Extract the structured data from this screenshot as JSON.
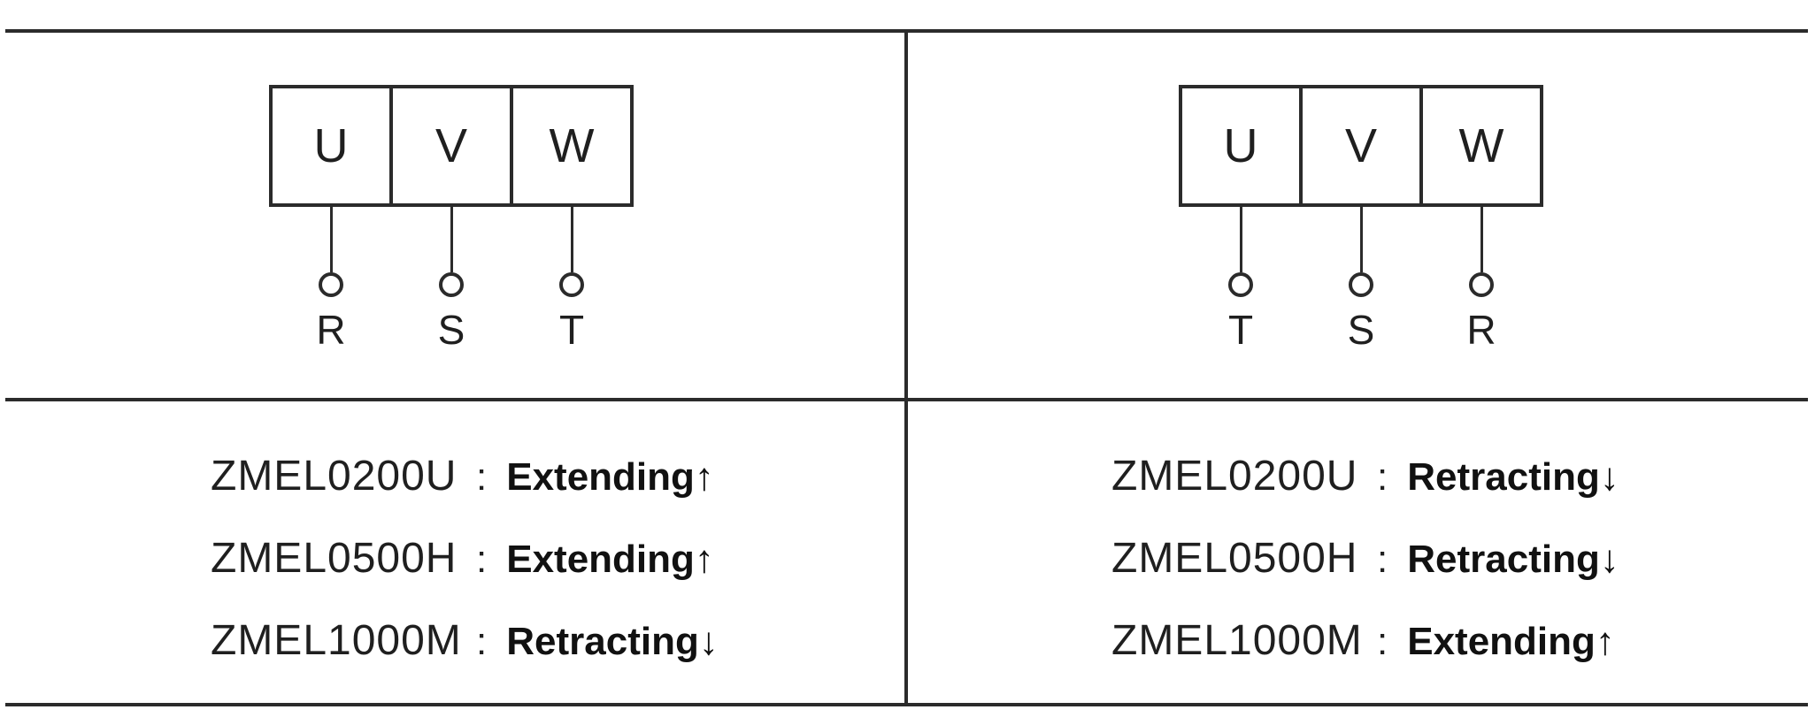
{
  "line_color": "#2b2b2b",
  "background_color": "#ffffff",
  "panels": [
    {
      "name": "left-wiring",
      "terminals": [
        "U",
        "V",
        "W"
      ],
      "phases": [
        "R",
        "S",
        "T"
      ],
      "rows": [
        {
          "model": "ZMEL0200U",
          "colon": ":",
          "action": "Extending↑"
        },
        {
          "model": "ZMEL0500H",
          "colon": ":",
          "action": "Extending↑"
        },
        {
          "model": "ZMEL1000M",
          "colon": ":",
          "action": "Retracting↓"
        }
      ]
    },
    {
      "name": "right-wiring",
      "terminals": [
        "U",
        "V",
        "W"
      ],
      "phases": [
        "T",
        "S",
        "R"
      ],
      "rows": [
        {
          "model": "ZMEL0200U",
          "colon": ":",
          "action": "Retracting↓"
        },
        {
          "model": "ZMEL0500H",
          "colon": ":",
          "action": "Retracting↓"
        },
        {
          "model": "ZMEL1000M",
          "colon": ":",
          "action": "Extending↑"
        }
      ]
    }
  ]
}
